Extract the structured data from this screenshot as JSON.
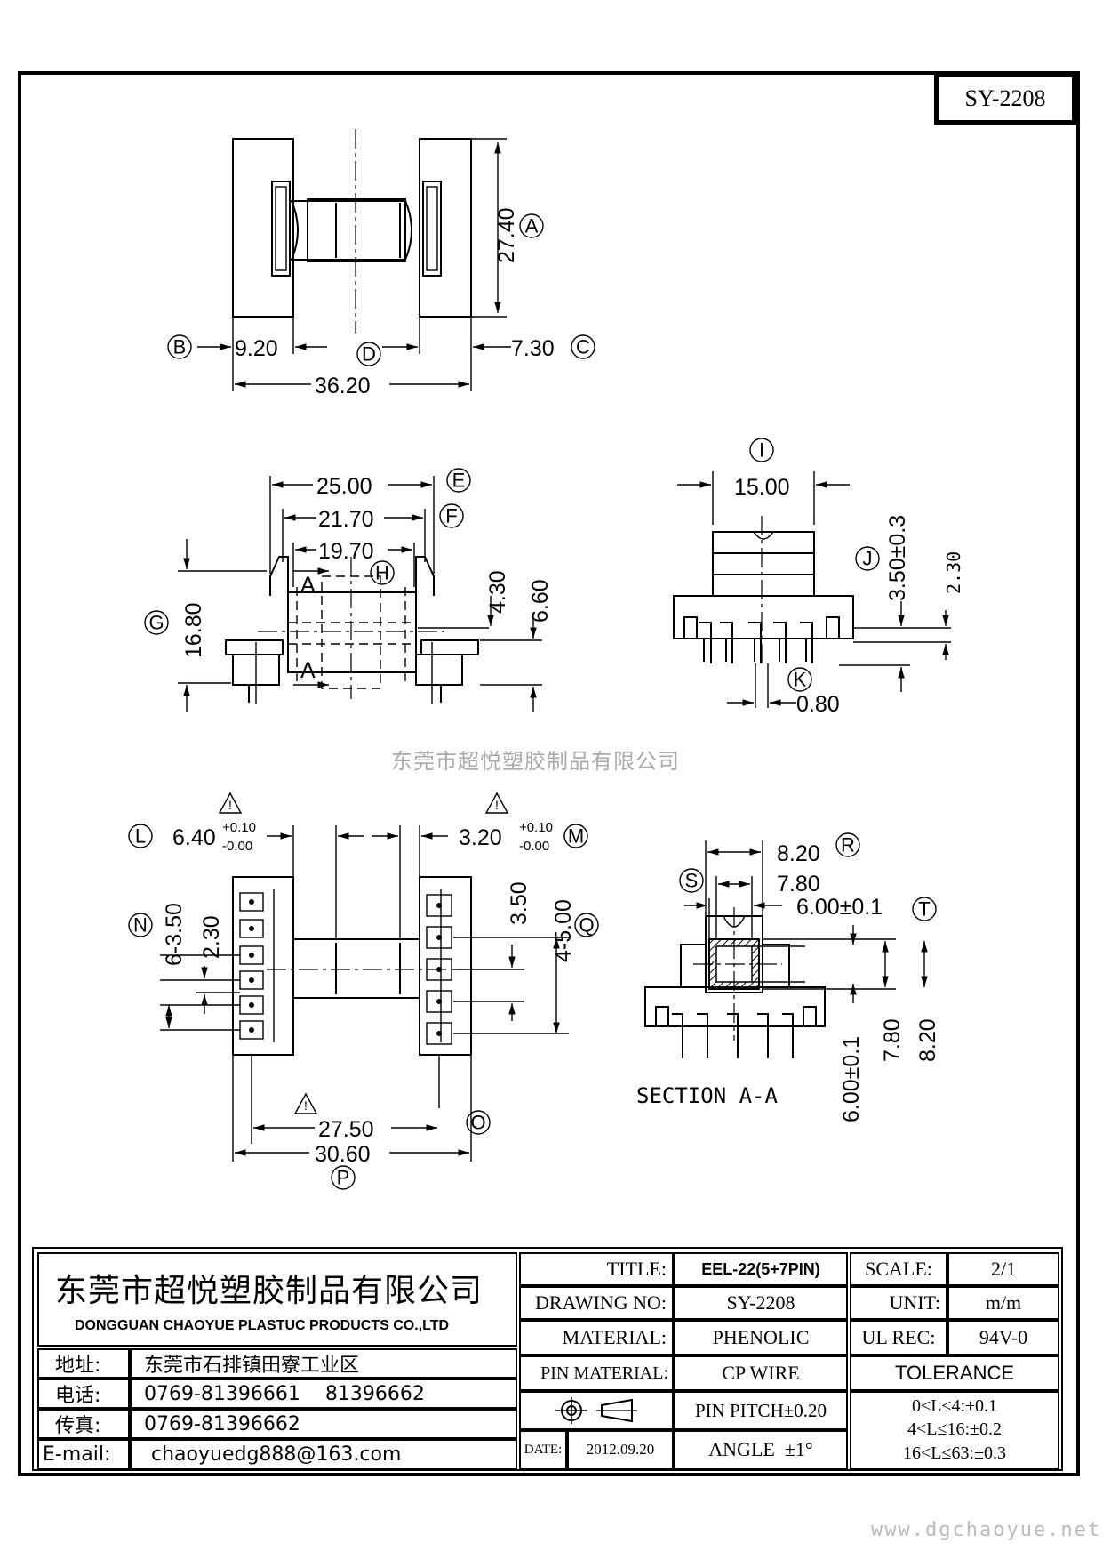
{
  "part_no": "SY-2208",
  "watermark": "东莞市超悦塑胶制品有限公司",
  "website": "www.dgchaoyue.net",
  "section_label": "SECTION A-A",
  "top_view": {
    "dims": {
      "height": "27.40",
      "left_flange": "9.20",
      "right_flange": "7.30",
      "overall": "36.20"
    },
    "labels": {
      "a": "A",
      "b": "B",
      "c": "C",
      "d": "D"
    }
  },
  "front_view": {
    "dims": {
      "w1": "25.00",
      "w2": "21.70",
      "w3": "19.70",
      "h_total": "16.80",
      "h1": "4.30",
      "h2": "6.60"
    },
    "labels": {
      "e": "E",
      "f": "F",
      "g": "G",
      "h": "H",
      "section_mark": "A"
    }
  },
  "side_view": {
    "dims": {
      "width": "15.00",
      "height": "3.50±0.3",
      "pin_offset": "2.30",
      "pin_dia": "0.80"
    },
    "labels": {
      "i": "I",
      "j": "J",
      "k": "K"
    }
  },
  "bottom_view": {
    "dims": {
      "left_base": "6.40",
      "right_base": "3.20",
      "tol_plus": "+0.10",
      "tol_minus": "-0.00",
      "pitch_left": "6-3.50",
      "pitch_left2": "2.30",
      "pitch_right": "3.50",
      "pitch_right2": "4-5.00",
      "row_inner": "27.50",
      "row_outer": "30.60"
    },
    "labels": {
      "l": "L",
      "m": "M",
      "n": "N",
      "o": "O",
      "p": "P",
      "q": "Q"
    },
    "warning_mark": "!"
  },
  "section_view": {
    "dims": {
      "w_outer": "8.20",
      "w_mid": "7.80",
      "w_inner": "6.00±0.1",
      "h_inner": "6.00±0.1",
      "h_mid": "7.80",
      "h_outer": "8.20"
    },
    "labels": {
      "r": "R",
      "s": "S",
      "t": "T"
    }
  },
  "title_block": {
    "company_cn": "东莞市超悦塑胶制品有限公司",
    "company_en": "DONGGUAN CHAOYUE PLASTUC PRODUCTS CO.,LTD",
    "address_label": "地址:",
    "address": "东莞市石排镇田寮工业区",
    "phone_label": "电话:",
    "phone": "0769-81396661    81396662",
    "fax_label": "传真:",
    "fax": "0769-81396662",
    "email_label": "E-mail:",
    "email": "chaoyuedg888@163.com",
    "title_label": "TITLE:",
    "title": "EEL-22(5+7PIN)",
    "drawing_no_label": "DRAWING NO:",
    "drawing_no": "SY-2208",
    "material_label": "MATERIAL:",
    "material": "PHENOLIC",
    "pin_material_label": "PIN MATERIAL:",
    "pin_material": "CP WIRE",
    "pin_pitch": "PIN PITCH±0.20",
    "angle": "ANGLE  ±1°",
    "date_label": "DATE:",
    "date": "2012.09.20",
    "scale_label": "SCALE:",
    "scale": "2/1",
    "unit_label": "UNIT:",
    "unit": "m/m",
    "ul_label": "UL REC:",
    "ul": "94V-0",
    "tolerance_label": "TOLERANCE",
    "tol1": "0<L≤4:±0.1",
    "tol2": "4<L≤16:±0.2",
    "tol3": "16<L≤63:±0.3"
  }
}
